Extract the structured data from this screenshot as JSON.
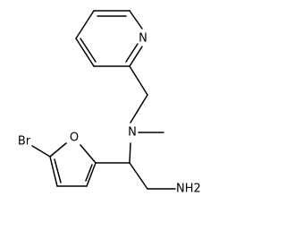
{
  "molecule": {
    "atoms": {
      "ring_nitrogen": "N",
      "amine_nitrogen": "N",
      "furan_oxygen": "O",
      "bromine": "Br",
      "primary_amine": "NH2"
    }
  }
}
